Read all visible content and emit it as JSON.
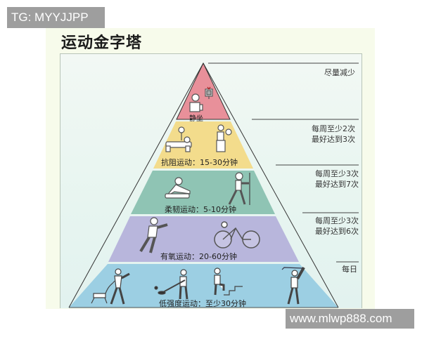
{
  "watermarks": {
    "top_left": "TG: MYYJJPP",
    "bottom_right": "www.mlwp888.com"
  },
  "title": "运动金字塔",
  "colors": {
    "level1": "#e8909a",
    "level2": "#f3dc8c",
    "level3": "#8fc4b4",
    "level4": "#b8b6dc",
    "level5": "#9ccfe3",
    "background": "#f7fbeb"
  },
  "levels": [
    {
      "label": "静坐",
      "frequency": [
        "尽量减少"
      ],
      "icons": [
        "sitting-person-icon",
        "television-icon"
      ]
    },
    {
      "label": "抗阻运动：15-30分钟",
      "frequency": [
        "每周至少2次",
        "最好达到3次"
      ],
      "icons": [
        "bench-press-icon",
        "seated-dumbbell-icon"
      ]
    },
    {
      "label": "柔韧运动：5-10分钟",
      "frequency": [
        "每周至少3次",
        "最好达到7次"
      ],
      "icons": [
        "floor-stretch-icon",
        "standing-stretch-icon"
      ]
    },
    {
      "label": "有氧运动：20-60分钟",
      "frequency": [
        "每周至少3次",
        "最好达到6次"
      ],
      "icons": [
        "running-icon",
        "cycling-icon"
      ]
    },
    {
      "label": "低强度运动：至少30分钟",
      "frequency": [
        "每日"
      ],
      "icons": [
        "dog-walking-icon",
        "sweeping-icon",
        "stair-climbing-icon",
        "golf-icon"
      ]
    }
  ]
}
